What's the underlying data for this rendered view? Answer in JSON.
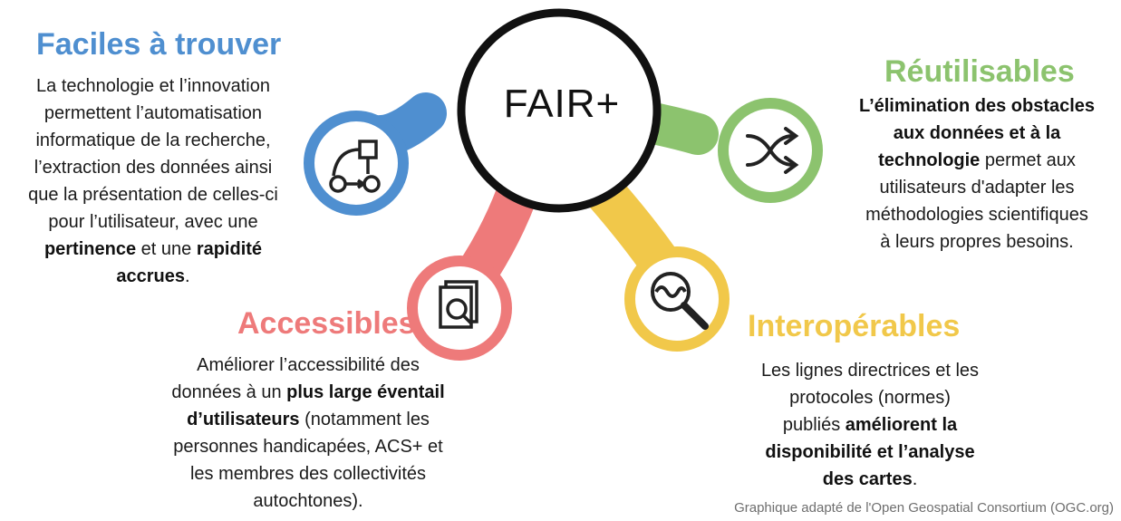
{
  "center": {
    "label": "FAIR+"
  },
  "faciles": {
    "title": "Faciles à trouver",
    "lines": [
      {
        "t": "La technologie et l’innovation"
      },
      {
        "t": "permettent l’automatisation"
      },
      {
        "t": "informatique de la recherche,"
      },
      {
        "t": "l’extraction des données ainsi"
      },
      {
        "t": "que la présentation de celles-ci"
      },
      {
        "t": "pour l’utilisateur, avec une"
      },
      {
        "b": "pertinence",
        "t": " et une ",
        "b2": "rapidité"
      },
      {
        "b": "accrues",
        "t": "."
      }
    ]
  },
  "reutil": {
    "title": "Réutilisables",
    "lines": [
      {
        "b": "L’élimination des obstacles"
      },
      {
        "b": "aux données et à la"
      },
      {
        "b": "technologie",
        "t": " permet aux"
      },
      {
        "t": "utilisateurs d'adapter les"
      },
      {
        "t": "méthodologies scientifiques"
      },
      {
        "t": "à leurs propres besoins."
      }
    ]
  },
  "access": {
    "title": "Accessibles",
    "lines": [
      {
        "t": "Améliorer l’accessibilité des"
      },
      {
        "t": "données à un ",
        "b": "plus large éventail"
      },
      {
        "b": "d’utilisateurs",
        "t": " (notamment les"
      },
      {
        "t": "personnes handicapées, ACS+ et"
      },
      {
        "t": "les membres des collectivités"
      },
      {
        "t": "autochtones)."
      }
    ]
  },
  "interop": {
    "title": "Interopérables",
    "lines": [
      {
        "t": "Les lignes directrices et les"
      },
      {
        "t": "protocoles (normes)"
      },
      {
        "t": "publiés ",
        "b": "améliorent la"
      },
      {
        "b": "disponibilité et l’analyse"
      },
      {
        "b": "des cartes",
        "t": "."
      }
    ]
  },
  "credit": "Graphique adapté de l'Open Geospatial Consortium (OGC.org)",
  "colors": {
    "blue": "#4f8fd0",
    "green": "#8cc36e",
    "red": "#ee7a7a",
    "yellow": "#f1c84a",
    "ring": "#111111"
  },
  "icons": {
    "faciles": "workflow-icon",
    "reutil": "shuffle-arrows-icon",
    "access": "document-search-icon",
    "interop": "signal-magnifier-icon"
  }
}
